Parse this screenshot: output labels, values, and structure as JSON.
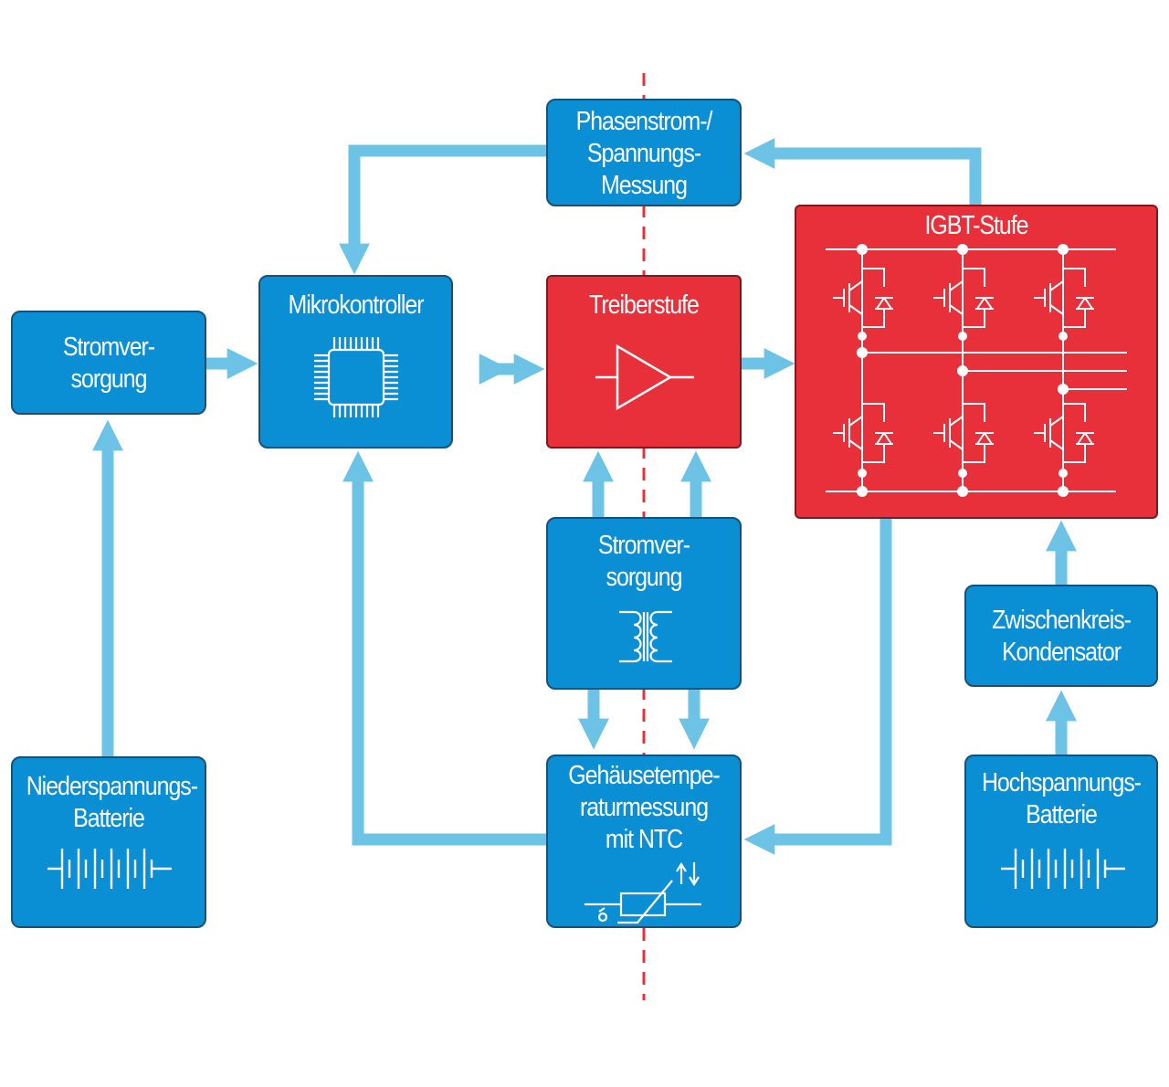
{
  "blocks": {
    "stromversorgung_left": [
      "Stromver-",
      "sorgung"
    ],
    "mikrokontroller": [
      "Mikrokontroller"
    ],
    "phasenstrom": [
      "Phasenstrom-/",
      "Spannungs-",
      "Messung"
    ],
    "treiberstufe": [
      "Treiberstufe"
    ],
    "igbt": [
      "IGBT-Stufe"
    ],
    "stromversorgung_center": [
      "Stromver-",
      "sorgung"
    ],
    "zwischenkreis": [
      "Zwischenkreis-",
      "Kondensator"
    ],
    "niederspannung": [
      "Niederspannungs-",
      "Batterie"
    ],
    "gehaeuse": [
      "Gehäusetempe-",
      "raturmessung",
      "mit NTC"
    ],
    "hochspannung": [
      "Hochspannungs-",
      "Batterie"
    ]
  },
  "icons": {
    "mikrokontroller": "chip-icon",
    "treiberstufe": "amplifier-icon",
    "igbt": "igbt-bridge-icon",
    "stromversorgung_center": "transformer-icon",
    "niederspannung": "battery-icon",
    "hochspannung": "battery-icon",
    "gehaeuse": "ntc-thermistor-icon"
  },
  "colors": {
    "block_blue": "#0a8fd4",
    "block_red": "#e8303a",
    "arrow": "#6cc3e6",
    "isolation_line": "#e8303a"
  }
}
